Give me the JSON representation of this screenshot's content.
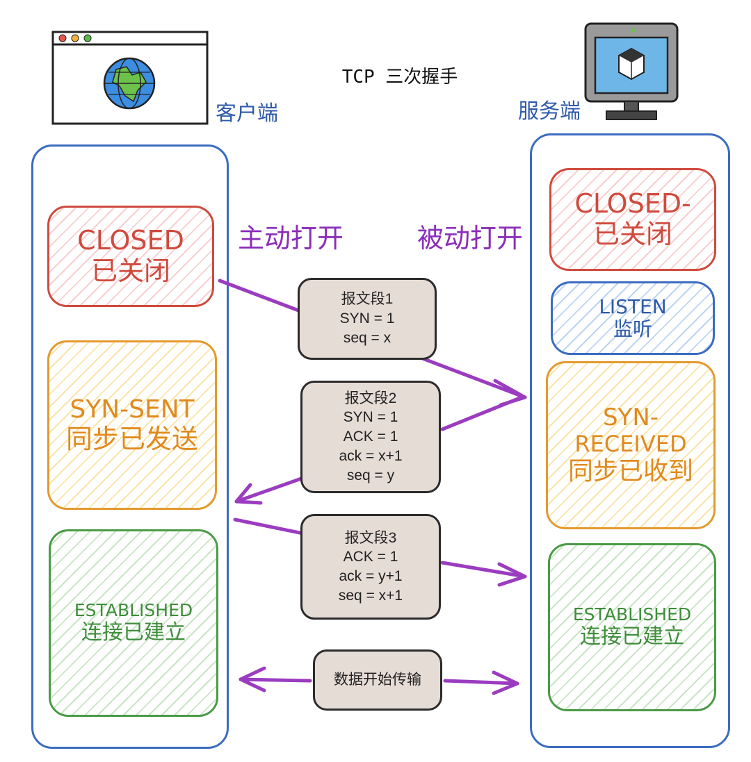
{
  "title": "TCP 三次握手",
  "client": {
    "label": "客户端",
    "states": [
      {
        "en": "CLOSED",
        "zh": "已关闭"
      },
      {
        "en": "SYN-SENT",
        "zh": "同步已发送"
      },
      {
        "en": "ESTABLISHED",
        "zh": "连接已建立"
      }
    ],
    "action": "主动打开"
  },
  "server": {
    "label": "服务端",
    "states": [
      {
        "en": "CLOSED-",
        "zh": "已关闭"
      },
      {
        "en": "LISTEN",
        "zh": "监听"
      },
      {
        "en": "SYN-",
        "en2": "RECEIVED",
        "zh": "同步已收到"
      },
      {
        "en": "ESTABLISHED",
        "zh": "连接已建立"
      }
    ],
    "action": "被动打开"
  },
  "segments": [
    {
      "lines": [
        "报文段1",
        "SYN = 1",
        "seq = x"
      ]
    },
    {
      "lines": [
        "报文段2",
        "SYN = 1",
        "ACK = 1",
        "ack = x+1",
        "seq = y"
      ]
    },
    {
      "lines": [
        "报文段3",
        "ACK = 1",
        "ack = y+1",
        "seq = x+1"
      ]
    }
  ],
  "data_transfer": "数据开始传输",
  "colors": {
    "column_border": "#3b6cc0",
    "arrow": "#9b3cc0",
    "red": "#cf4a3d",
    "orange": "#e08a1e",
    "green": "#3f8d3b",
    "blue": "#2f5aa8",
    "message_fill": "#e6dcd6"
  },
  "icons": {
    "client": "browser-globe-icon",
    "server": "monitor-server-icon"
  }
}
